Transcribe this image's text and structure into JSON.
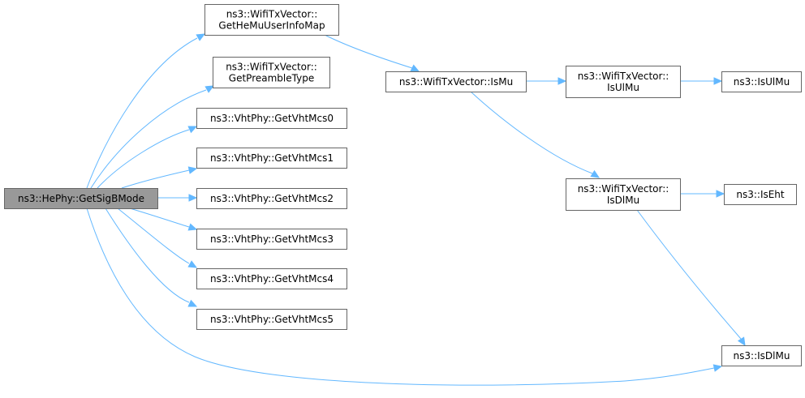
{
  "graph": {
    "nodes": [
      {
        "id": "root",
        "label": "ns3::HePhy::GetSigBMode",
        "root": true
      },
      {
        "id": "getHeMu",
        "label": "ns3::WifiTxVector::\nGetHeMuUserInfoMap"
      },
      {
        "id": "getPreamble",
        "label": "ns3::WifiTxVector::\nGetPreambleType"
      },
      {
        "id": "mcs0",
        "label": "ns3::VhtPhy::GetVhtMcs0"
      },
      {
        "id": "mcs1",
        "label": "ns3::VhtPhy::GetVhtMcs1"
      },
      {
        "id": "mcs2",
        "label": "ns3::VhtPhy::GetVhtMcs2"
      },
      {
        "id": "mcs3",
        "label": "ns3::VhtPhy::GetVhtMcs3"
      },
      {
        "id": "mcs4",
        "label": "ns3::VhtPhy::GetVhtMcs4"
      },
      {
        "id": "mcs5",
        "label": "ns3::VhtPhy::GetVhtMcs5"
      },
      {
        "id": "isMu",
        "label": "ns3::WifiTxVector::IsMu"
      },
      {
        "id": "txIsUlMu",
        "label": "ns3::WifiTxVector::\nIsUlMu"
      },
      {
        "id": "txIsDlMu",
        "label": "ns3::WifiTxVector::\nIsDlMu"
      },
      {
        "id": "isUlMu",
        "label": "ns3::IsUlMu"
      },
      {
        "id": "isEht",
        "label": "ns3::IsEht"
      },
      {
        "id": "isDlMu",
        "label": "ns3::IsDlMu"
      }
    ],
    "edges": [
      {
        "from": "root",
        "to": "getHeMu"
      },
      {
        "from": "root",
        "to": "getPreamble"
      },
      {
        "from": "root",
        "to": "mcs0"
      },
      {
        "from": "root",
        "to": "mcs1"
      },
      {
        "from": "root",
        "to": "mcs2"
      },
      {
        "from": "root",
        "to": "mcs3"
      },
      {
        "from": "root",
        "to": "mcs4"
      },
      {
        "from": "root",
        "to": "mcs5"
      },
      {
        "from": "root",
        "to": "isDlMu"
      },
      {
        "from": "getHeMu",
        "to": "isMu"
      },
      {
        "from": "isMu",
        "to": "txIsUlMu"
      },
      {
        "from": "isMu",
        "to": "txIsDlMu"
      },
      {
        "from": "txIsUlMu",
        "to": "isUlMu"
      },
      {
        "from": "txIsDlMu",
        "to": "isEht"
      },
      {
        "from": "txIsDlMu",
        "to": "isDlMu"
      }
    ],
    "colors": {
      "edge": "#63b8ff",
      "node_border": "#666666",
      "node_fill": "#ffffff",
      "root_fill": "#999999"
    }
  }
}
